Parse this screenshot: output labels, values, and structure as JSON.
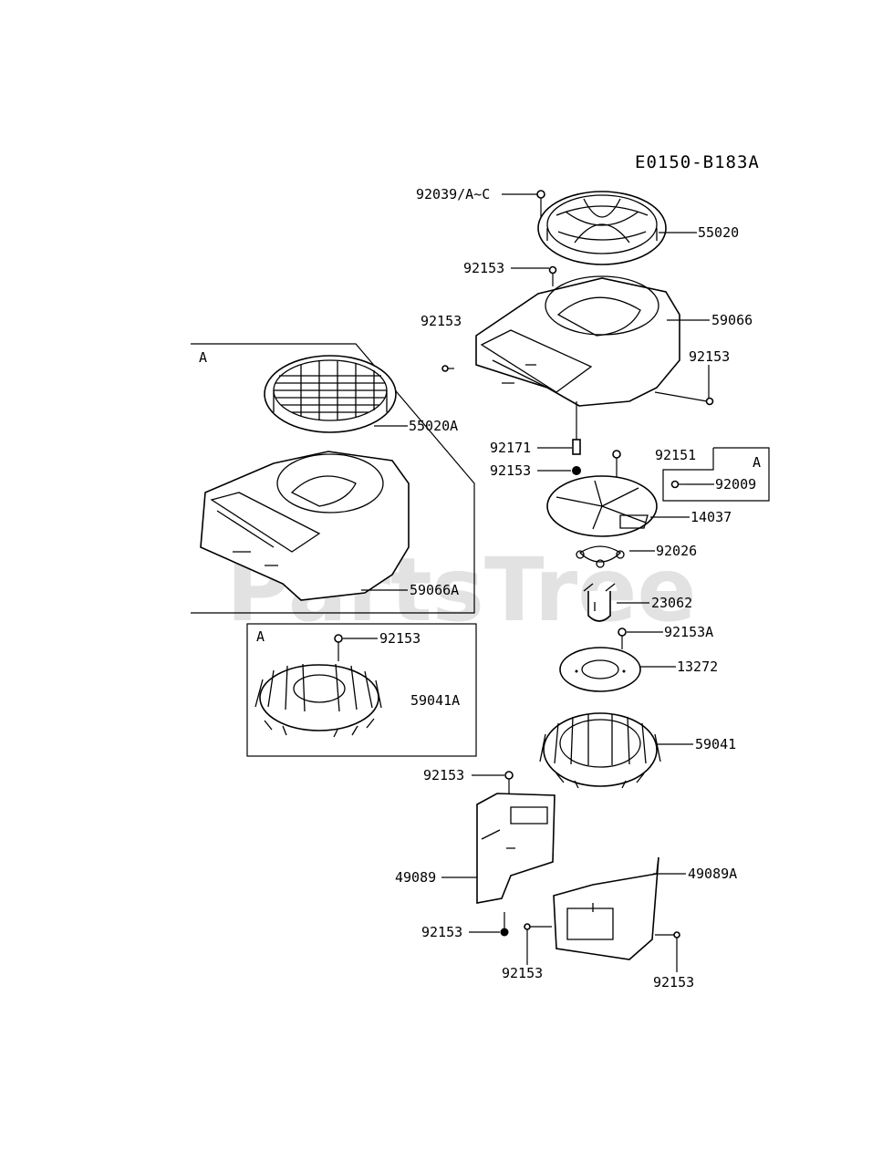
{
  "diagram": {
    "code": "E0150-B183A",
    "watermark": "PartsTree",
    "inset_labels": {
      "a1": "A",
      "a2": "A",
      "a3": "A"
    },
    "labels": {
      "p92039": "92039/A~C",
      "p55020": "55020",
      "p92153_a": "92153",
      "p92153_b": "92153",
      "p59066": "59066",
      "p92153_c": "92153",
      "p55020A": "55020A",
      "p92171": "92171",
      "p92151": "92151",
      "p92153_d": "92153",
      "p92009": "92009",
      "p14037": "14037",
      "p92026": "92026",
      "p59066A": "59066A",
      "p23062": "23062",
      "p92153_e": "92153",
      "p92153A": "92153A",
      "p13272": "13272",
      "p59041A": "59041A",
      "p59041": "59041",
      "p92153_f": "92153",
      "p49089": "49089",
      "p49089A": "49089A",
      "p92153_g": "92153",
      "p92153_h": "92153",
      "p92153_i": "92153"
    }
  }
}
